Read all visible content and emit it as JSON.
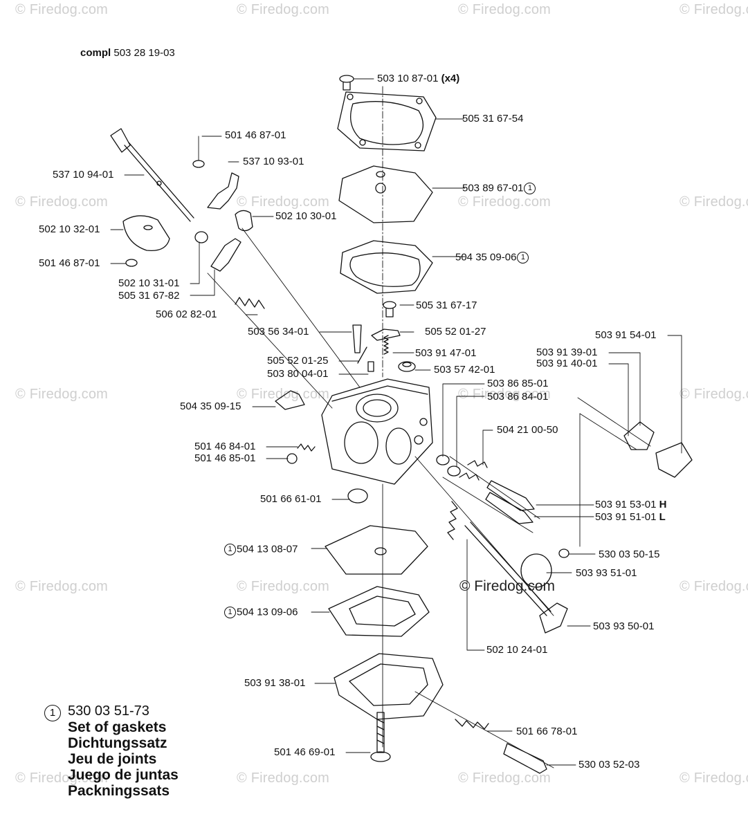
{
  "header": {
    "compl_label": "compl",
    "compl_number": "503 28 19-03"
  },
  "watermark": "© Firedog.com",
  "center_watermark": "© Firedog.com",
  "legend": {
    "marker": "1",
    "kit_number": "530 03 51-73",
    "lines": [
      "Set of gaskets",
      "Dichtungssatz",
      "Jeu de joints",
      "Juego de juntas",
      "Packningssats"
    ]
  },
  "parts": {
    "p1": {
      "number": "503 10 87-01",
      "suffix": "(x4)"
    },
    "p2": {
      "number": "505 31 67-54"
    },
    "p3": {
      "number": "501 46 87-01"
    },
    "p4": {
      "number": "537 10 93-01"
    },
    "p5": {
      "number": "537 10 94-01"
    },
    "p6": {
      "number": "503 89 67-01",
      "marker": "1"
    },
    "p7": {
      "number": "502 10 32-01"
    },
    "p8": {
      "number": "502 10 30-01"
    },
    "p9": {
      "number": "501 46 87-01"
    },
    "p10": {
      "number": "504 35 09-06",
      "marker": "1"
    },
    "p11": {
      "number": "502 10 31-01"
    },
    "p12": {
      "number": "505 31 67-82"
    },
    "p13": {
      "number": "505 31 67-17"
    },
    "p14": {
      "number": "506 02 82-01"
    },
    "p15": {
      "number": "503 56 34-01"
    },
    "p16": {
      "number": "505 52 01-27"
    },
    "p17": {
      "number": "503 91 54-01"
    },
    "p18": {
      "number": "503 91 47-01"
    },
    "p19": {
      "number": "503 91 39-01"
    },
    "p20": {
      "number": "503 91 40-01"
    },
    "p21": {
      "number": "505 52 01-25"
    },
    "p22": {
      "number": "503 57 42-01"
    },
    "p23": {
      "number": "503 80 04-01"
    },
    "p24": {
      "number": "503 86 85-01"
    },
    "p25": {
      "number": "503 86 84-01"
    },
    "p26": {
      "number": "504 35 09-15"
    },
    "p27": {
      "number": "504 21 00-50"
    },
    "p28": {
      "number": "501 46 84-01"
    },
    "p29": {
      "number": "501 46 85-01"
    },
    "p30": {
      "number": "501 66 61-01"
    },
    "p31": {
      "number": "503 91 53-01",
      "suffix": "H"
    },
    "p32": {
      "number": "503 91 51-01",
      "suffix": "L"
    },
    "p33": {
      "number": "504 13 08-07",
      "marker": "1"
    },
    "p34": {
      "number": "530 03 50-15"
    },
    "p35": {
      "number": "503 93 51-01"
    },
    "p36": {
      "number": "504 13 09-06",
      "marker": "1"
    },
    "p37": {
      "number": "503 93 50-01"
    },
    "p38": {
      "number": "502 10 24-01"
    },
    "p39": {
      "number": "503 91 38-01"
    },
    "p40": {
      "number": "501 66 78-01"
    },
    "p41": {
      "number": "501 46 69-01"
    },
    "p42": {
      "number": "530 03 52-03"
    }
  }
}
